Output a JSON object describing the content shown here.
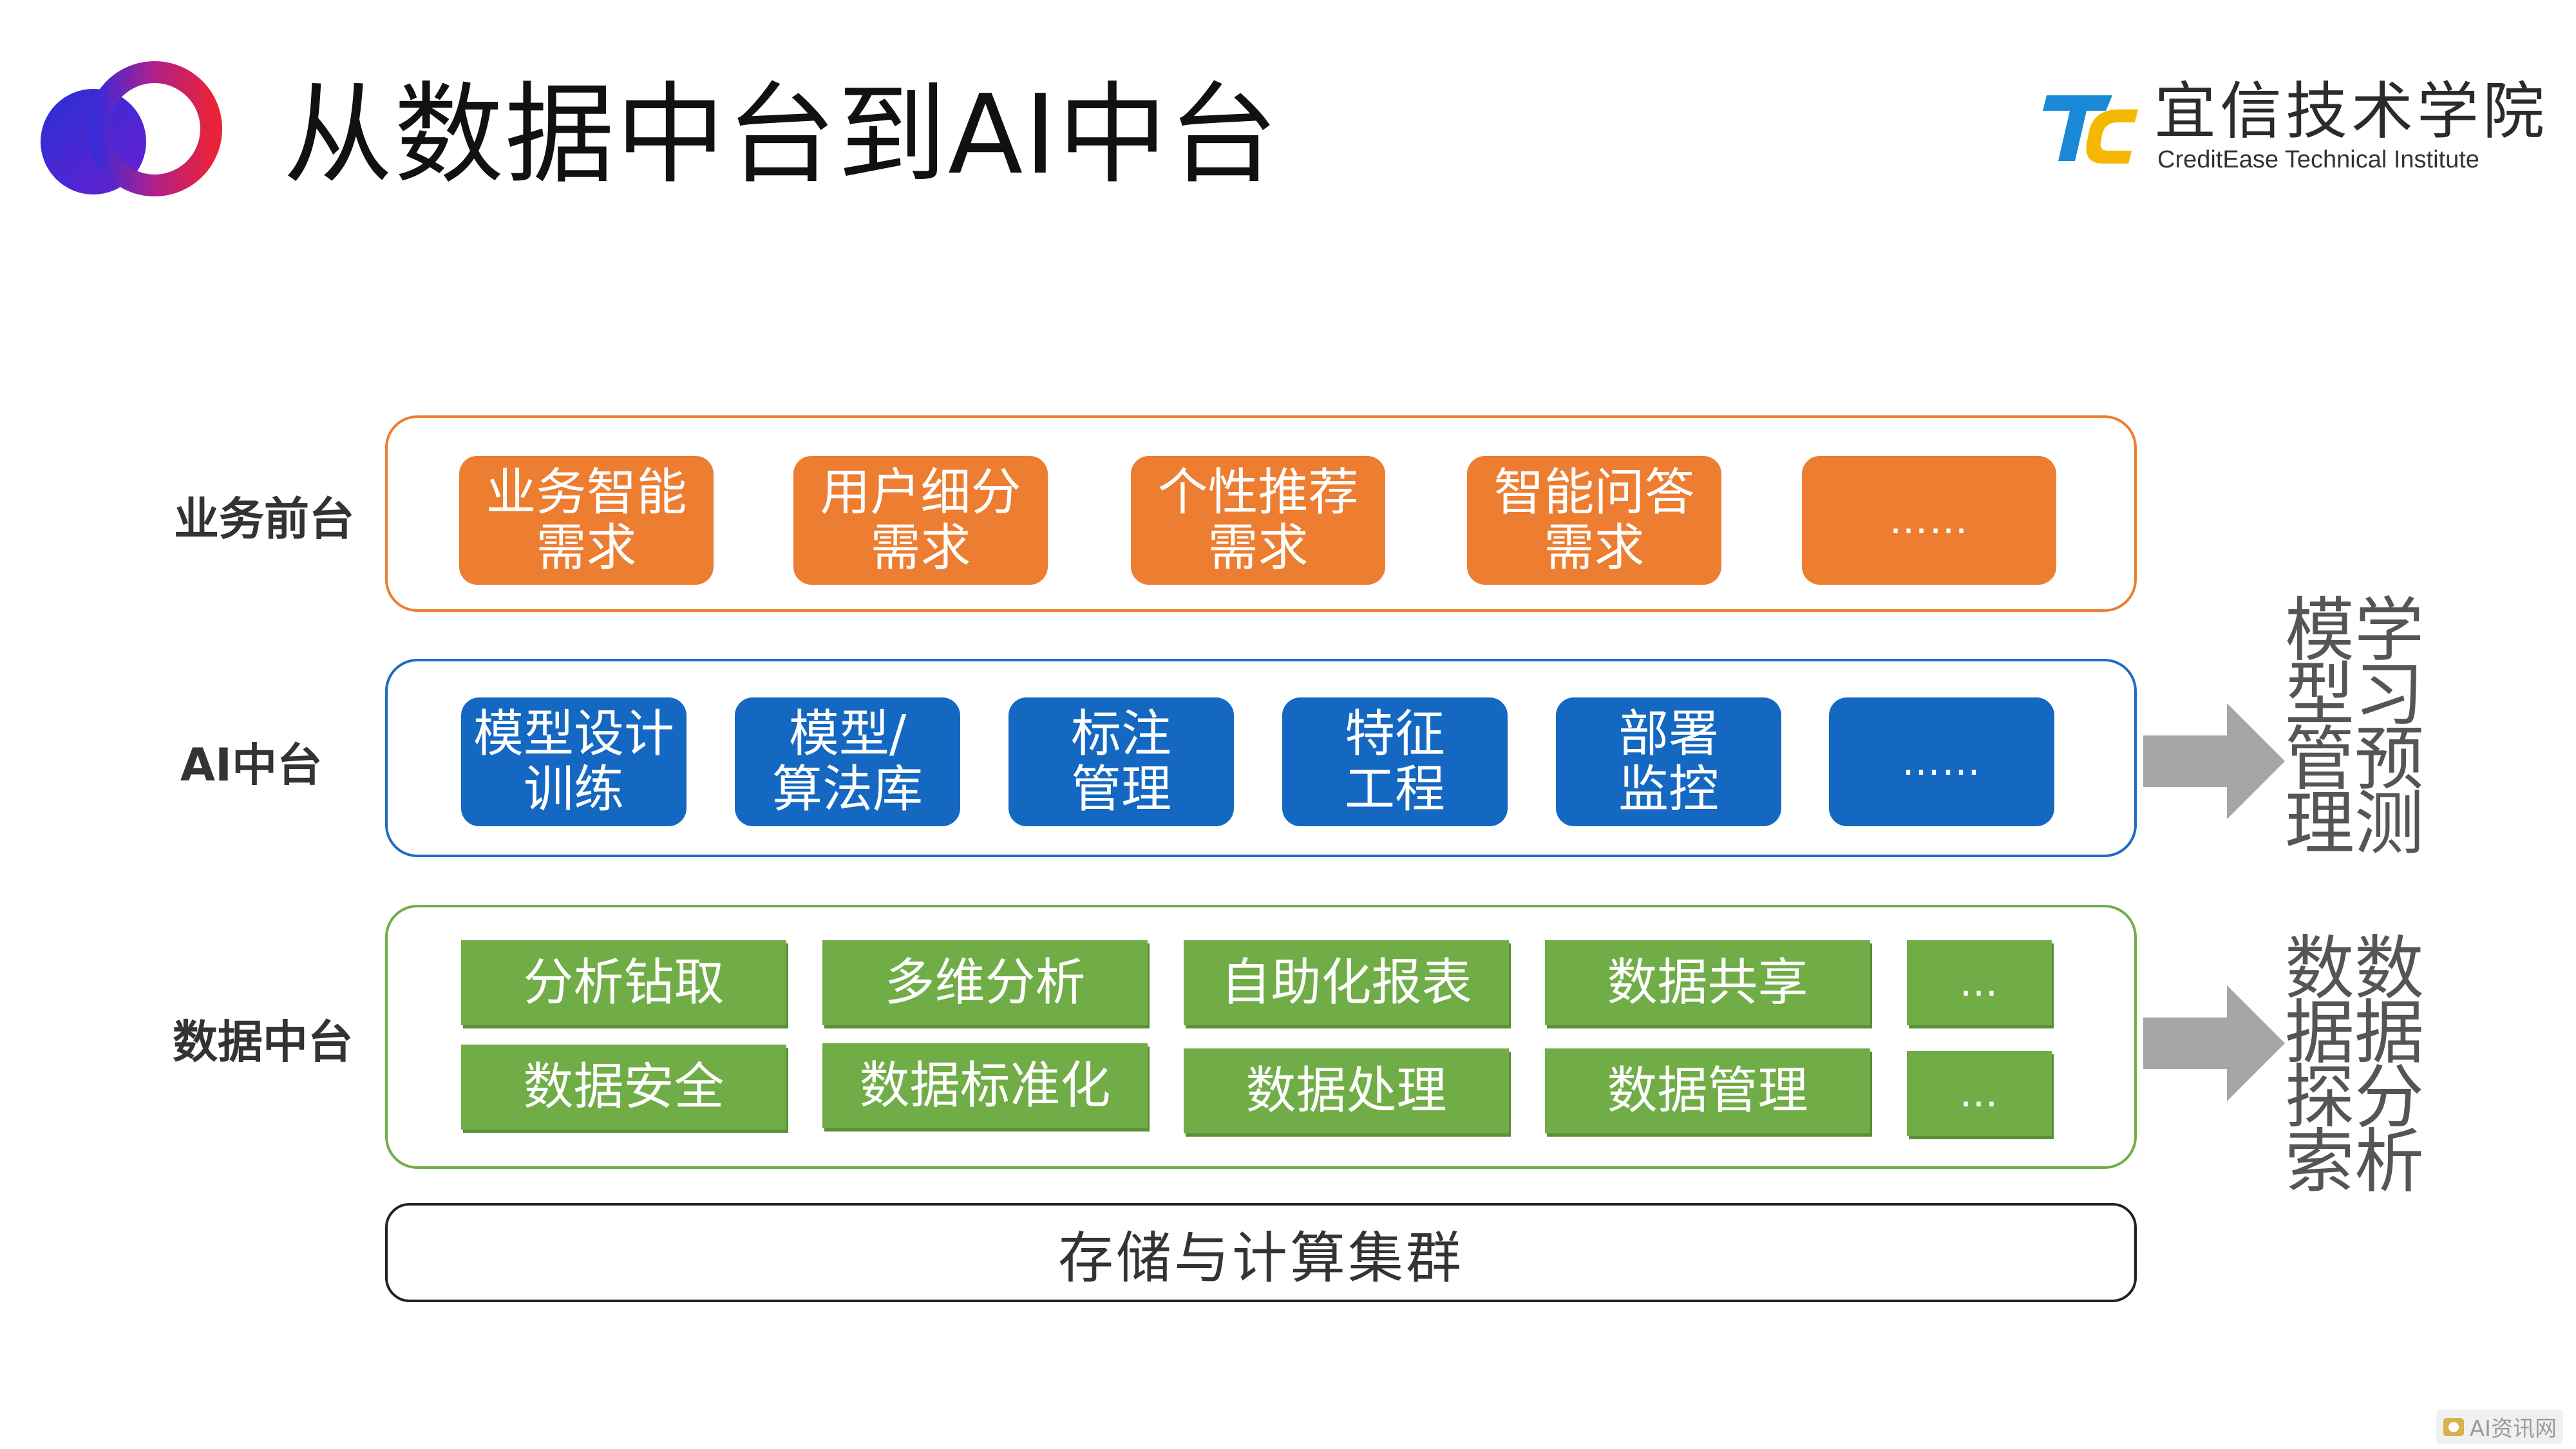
{
  "title": "从数据中台到AI中台",
  "brand": {
    "name_cn": "宜信技术学院",
    "name_en": "CreditEase Technical Institute",
    "mark_text": "TC"
  },
  "layers": {
    "business": {
      "label": "业务前台",
      "color": "#ED7D31",
      "items": [
        "业务智能\n需求",
        "用户细分\n需求",
        "个性推荐\n需求",
        "智能问答\n需求",
        "……"
      ]
    },
    "ai": {
      "label": "AI中台",
      "color": "#1468C2",
      "items": [
        "模型设计\n训练",
        "模型/\n算法库",
        "标注\n管理",
        "特征\n工程",
        "部署\n监控",
        "……"
      ]
    },
    "data": {
      "label": "数据中台",
      "color": "#70AD47",
      "row1": [
        "分析钻取",
        "多维分析",
        "自助化报表",
        "数据共享",
        "…"
      ],
      "row2": [
        "数据安全",
        "数据标准化",
        "数据处理",
        "数据管理",
        "…"
      ]
    },
    "storage": {
      "label": "存储与计算集群"
    }
  },
  "side": {
    "ai_output": "模学\n型习\n管预\n理测",
    "data_output": "数数\n据据\n探分\n索析"
  },
  "watermark": "AI资讯网"
}
